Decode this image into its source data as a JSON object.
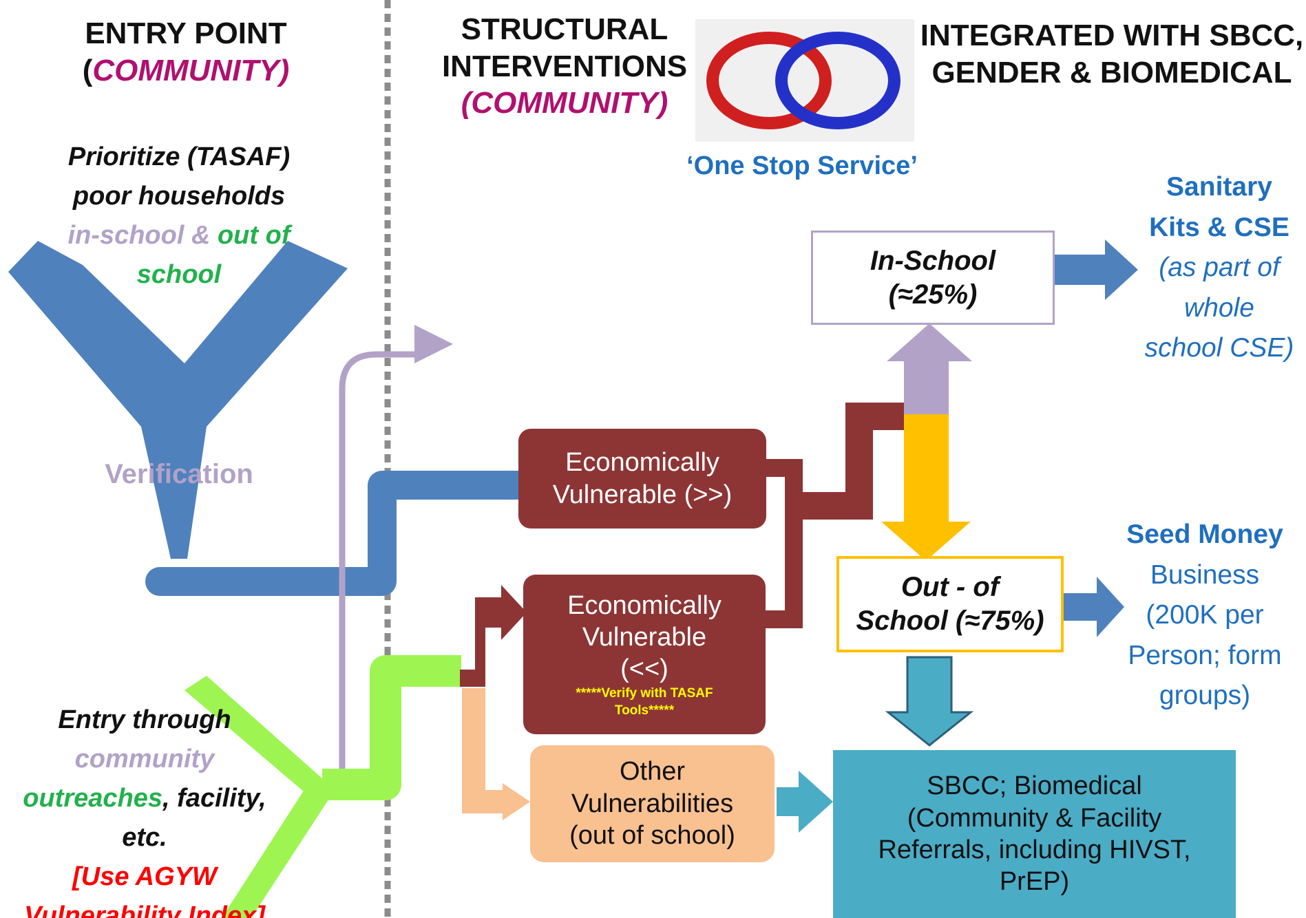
{
  "headers": {
    "entry_point": {
      "line1": "ENTRY POINT",
      "open_paren": "(",
      "community": "COMMUNITY)"
    },
    "structural": {
      "line1": "STRUCTURAL",
      "line2": "INTERVENTIONS",
      "community": "(COMMUNITY)"
    },
    "integrated": {
      "line1": "INTEGRATED WITH SBCC,",
      "line2": "GENDER & BIOMEDICAL"
    }
  },
  "one_stop": "‘One Stop Service’",
  "left_top": {
    "line1": "Prioritize (TASAF)",
    "line2": "poor households",
    "in_school": "in-school",
    "amp": " & ",
    "out_of": "out of",
    "school": "school",
    "verification": "Verification"
  },
  "left_bottom": {
    "entry_through": "Entry through",
    "community": "community",
    "outreaches": "outreaches",
    "facility": ", facility,",
    "etc": "etc.",
    "use_agyw": "[Use AGYW",
    "vuln_index": "Vulnerability Index]"
  },
  "boxes": {
    "econ_high": {
      "line1": "Economically",
      "line2": "Vulnerable (>>)"
    },
    "econ_low": {
      "line1": "Economically",
      "line2": "Vulnerable",
      "line3": "(<<)",
      "note1": "*****Verify with TASAF",
      "note2": "Tools*****"
    },
    "other": {
      "line1": "Other",
      "line2": "Vulnerabilities",
      "line3": "(out of school)"
    },
    "in_school": {
      "line1": "In-School",
      "line2": "(≈25%)"
    },
    "out_school": {
      "line1": "Out - of",
      "line2": "School (≈75%)"
    },
    "sbcc": {
      "line1": "SBCC; Biomedical",
      "line2": "(Community & Facility",
      "line3": "Referrals, including  HIVST,",
      "line4": "PrEP)"
    }
  },
  "outcomes": {
    "sanitary": {
      "line1": "Sanitary",
      "line2": "Kits & CSE",
      "line3": "(as part of",
      "line4": "whole",
      "line5": "school CSE)"
    },
    "seed": {
      "line1": "Seed Money",
      "line2": "Business",
      "line3": "(200K per",
      "line4": "Person; form",
      "line5": "groups)"
    }
  },
  "colors": {
    "blue": "#4f81bd",
    "green": "#9ef552",
    "lavender": "#b2a2c7",
    "maroon": "#8d3535",
    "peach": "#f9c090",
    "gold": "#ffc000",
    "teal": "#4bacc6",
    "magenta": "#b0106e",
    "text_blue": "#1f6fbf",
    "text_green": "#22b14c",
    "text_red": "#ff0000"
  }
}
